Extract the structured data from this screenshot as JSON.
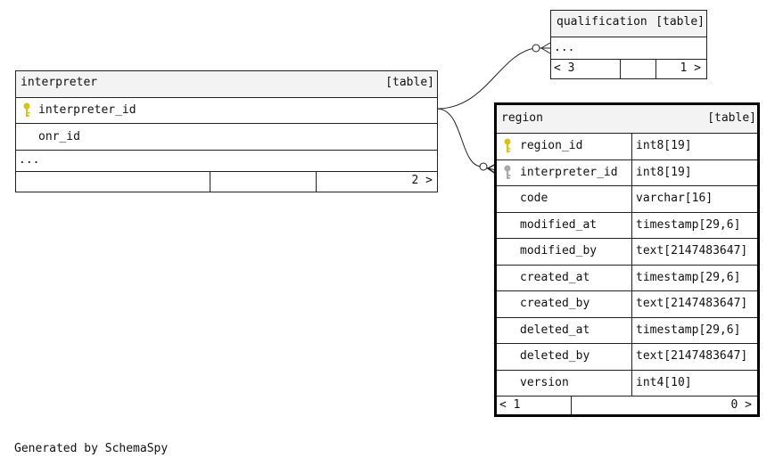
{
  "tables": {
    "interpreter": {
      "name": "interpreter",
      "type_label": "[table]",
      "columns": [
        {
          "name": "interpreter_id",
          "key": "primary"
        },
        {
          "name": "onr_id",
          "key": ""
        }
      ],
      "ellipsis": "...",
      "nav": {
        "parents": "",
        "children": "2 >"
      }
    },
    "qualification": {
      "name": "qualification",
      "type_label": "[table]",
      "ellipsis": "...",
      "nav": {
        "parents": "< 3",
        "children": "1 >"
      }
    },
    "region": {
      "name": "region",
      "type_label": "[table]",
      "columns": [
        {
          "name": "region_id",
          "type": "int8[19]",
          "key": "primary"
        },
        {
          "name": "interpreter_id",
          "type": "int8[19]",
          "key": "foreign"
        },
        {
          "name": "code",
          "type": "varchar[16]",
          "key": ""
        },
        {
          "name": "modified_at",
          "type": "timestamp[29,6]",
          "key": ""
        },
        {
          "name": "modified_by",
          "type": "text[2147483647]",
          "key": ""
        },
        {
          "name": "created_at",
          "type": "timestamp[29,6]",
          "key": ""
        },
        {
          "name": "created_by",
          "type": "text[2147483647]",
          "key": ""
        },
        {
          "name": "deleted_at",
          "type": "timestamp[29,6]",
          "key": ""
        },
        {
          "name": "deleted_by",
          "type": "text[2147483647]",
          "key": ""
        },
        {
          "name": "version",
          "type": "int4[10]",
          "key": ""
        }
      ],
      "nav": {
        "parents": "< 1",
        "children": "0 >"
      }
    }
  },
  "relationships": [
    {
      "from": "interpreter.interpreter_id",
      "to": "qualification"
    },
    {
      "from": "interpreter.interpreter_id",
      "to": "region.interpreter_id"
    }
  ],
  "colors": {
    "primary_key": "#d4c41a",
    "foreign_key": "#a8a8a8",
    "header_bg": "#f3f3f3",
    "line": "#222222"
  },
  "icons": {
    "primary_key": "key-icon",
    "foreign_key": "foreign-key-icon"
  },
  "footer": "Generated by SchemaSpy"
}
